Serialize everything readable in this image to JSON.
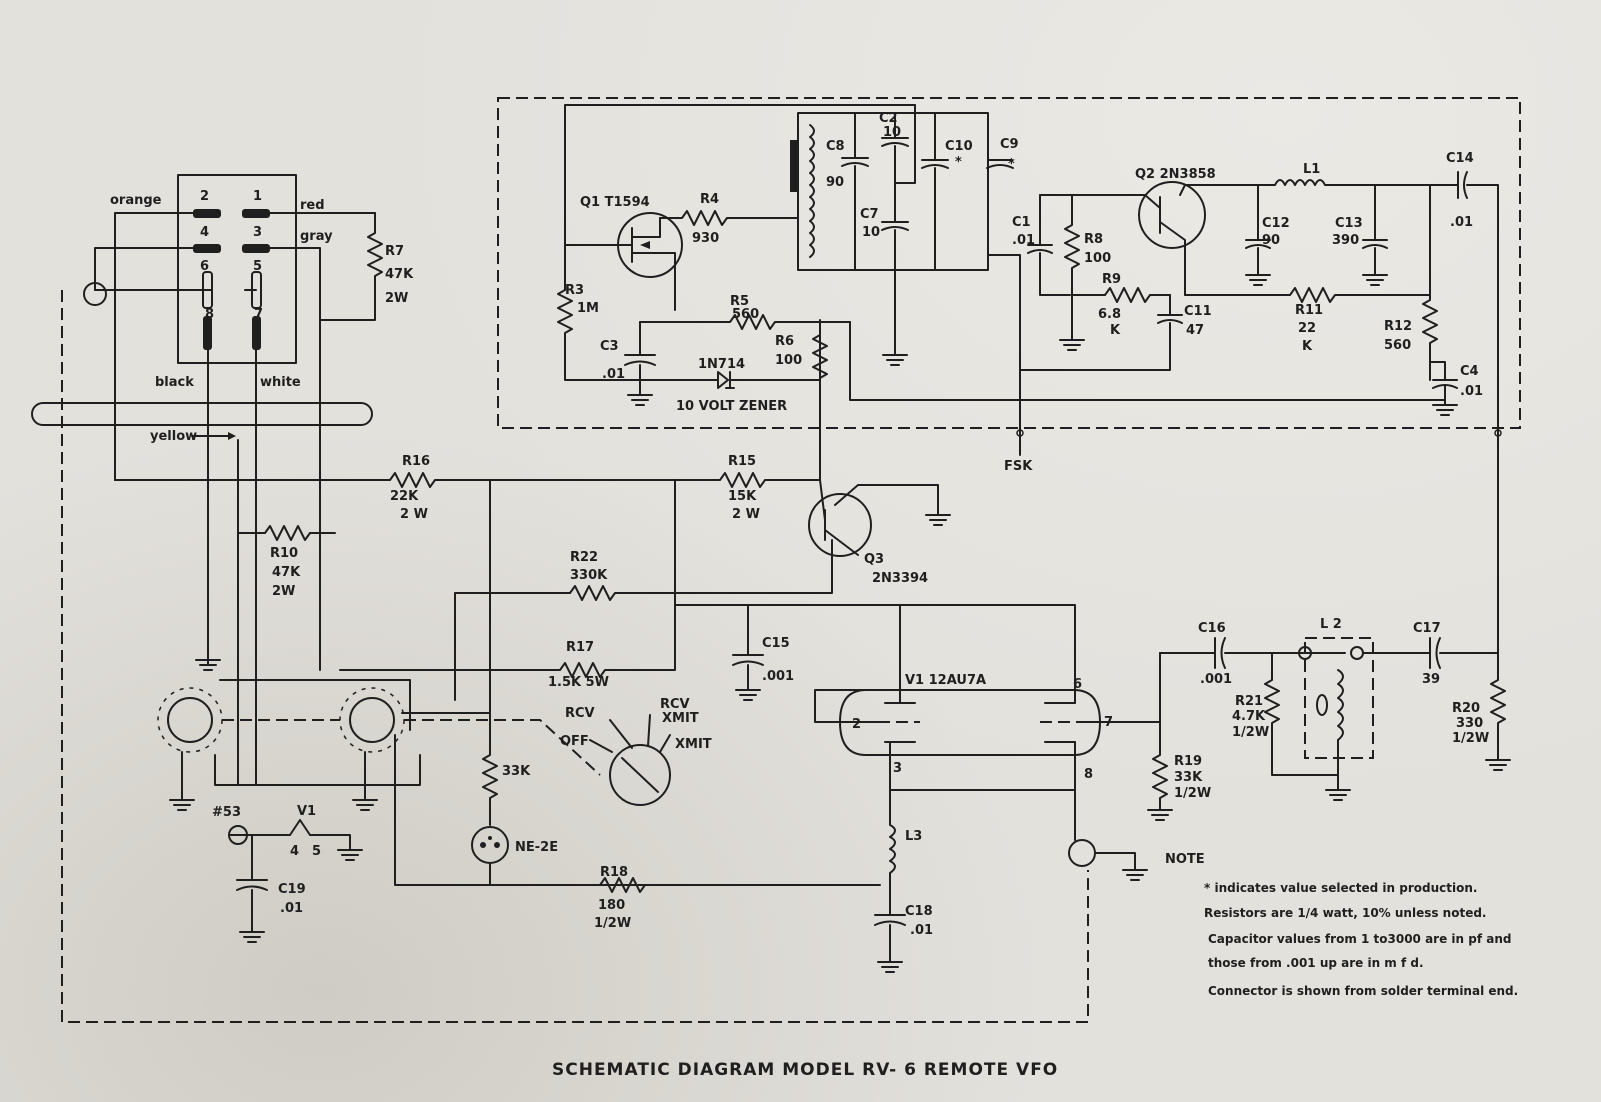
{
  "title": "SCHEMATIC   DIAGRAM MODEL RV- 6 REMOTE VFO",
  "notes": [
    "* indicates value selected in production.",
    "Resistors are 1/4 watt, 10% unless noted.",
    "Capacitor values from 1 to3000 are in pf and",
    "those from .001 up are in m f d.",
    "Connector is shown from solder terminal end."
  ],
  "wire_colors": {
    "orange": "orange",
    "red": "red",
    "gray": "gray",
    "black": "black",
    "white": "white",
    "yellow": "yellow"
  },
  "pins": [
    "2",
    "1",
    "4",
    "3",
    "6",
    "5",
    "8",
    "7"
  ],
  "switch": {
    "rcv": "RCV",
    "rcv_xmit_1": "RCV",
    "rcv_xmit_2": "XMIT",
    "off": "OFF",
    "xmit": "XMIT"
  },
  "fsk": "FSK",
  "note_label": "NOTE",
  "zener": "10 VOLT ZENER",
  "components": {
    "q1": "Q1 T1594",
    "q2": "Q2 2N3858",
    "q3_1": "Q3",
    "q3_2": "2N3394",
    "v1": "V1   12AU7A",
    "v1b": "V1",
    "r3_1": "R3",
    "r3_2": "1M",
    "r4_1": "R4",
    "r4_2": "930",
    "r5_1": "R5",
    "r5_2": "560",
    "r6_1": "R6",
    "r6_2": "100",
    "r7_1": "R7",
    "r7_2": "47K",
    "r7_3": "2W",
    "r8_1": "R8",
    "r8_2": "100",
    "r9_1": "R9",
    "r9_2": "6.8",
    "r9_3": "K",
    "r10_1": "R10",
    "r10_2": "47K",
    "r10_3": "2W",
    "r11_1": "R11",
    "r11_2": "22",
    "r11_3": "K",
    "r12_1": "R12",
    "r12_2": "560",
    "r15_1": "R15",
    "r15_2": "15K",
    "r15_3": "2 W",
    "r16_1": "R16",
    "r16_2": "22K",
    "r16_3": "2 W",
    "r17_1": "R17",
    "r17_2": "1.5K 5W",
    "r18_1": "R18",
    "r18_2": "180",
    "r18_3": "1/2W",
    "r19_1": "R19",
    "r19_2": "33K",
    "r19_3": "1/2W",
    "r20_1": "R20",
    "r20_2": "330",
    "r20_3": "1/2W",
    "r21_1": "R21",
    "r21_2": "4.7K",
    "r21_3": "1/2W",
    "r22_1": "R22",
    "r22_2": "330K",
    "r33k": "33K",
    "c1_1": "C1",
    "c1_2": ".01",
    "c2_1": "C2",
    "c2_2": "10",
    "c3_1": "C3",
    "c3_2": ".01",
    "c4_1": "C4",
    "c4_2": ".01",
    "c7_1": "C7",
    "c7_2": "10",
    "c8_1": "C8",
    "c8_2": "90",
    "c9": "C9",
    "c10": "C10",
    "c11_1": "C11",
    "c11_2": "47",
    "c12_1": "C12",
    "c12_2": "90",
    "c13_1": "C13",
    "c13_2": "390",
    "c14_1": "C14",
    "c14_2": ".01",
    "c15_1": "C15",
    "c15_2": ".001",
    "c16_1": "C16",
    "c16_2": ".001",
    "c17_1": "C17",
    "c17_2": "39",
    "c18_1": "C18",
    "c18_2": ".01",
    "c19_1": "C19",
    "c19_2": ".01",
    "l1": "L1",
    "l2": "L 2",
    "l3": "L3",
    "d1": "1N714",
    "ne2": "NE-2E",
    "lamp": "#53",
    "tube_pins": {
      "p2": "2",
      "p3": "3",
      "p6": "6",
      "p7": "7",
      "p8": "8",
      "p4": "4",
      "p5": "5"
    }
  }
}
